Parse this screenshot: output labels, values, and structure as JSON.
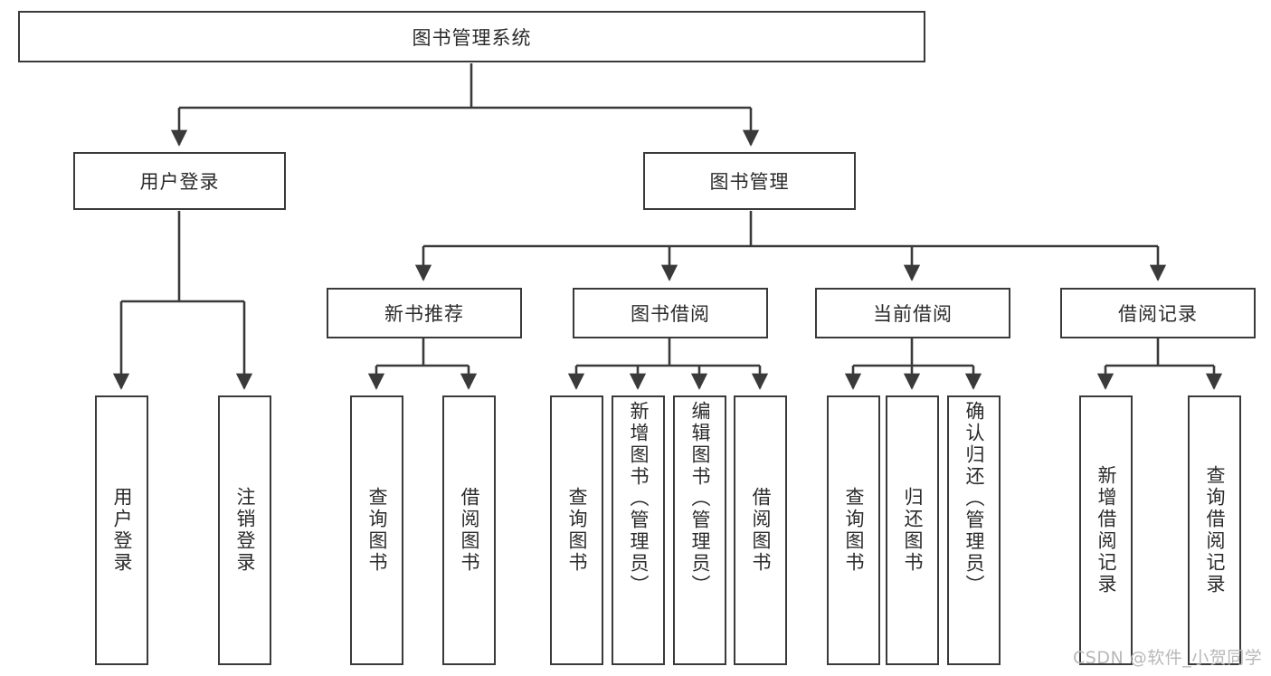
{
  "diagram": {
    "type": "tree",
    "title": "图书管理系统",
    "root": {
      "label": "图书管理系统"
    },
    "level2": [
      {
        "label": "用户登录"
      },
      {
        "label": "图书管理"
      }
    ],
    "level3": [
      {
        "label": "新书推荐"
      },
      {
        "label": "图书借阅"
      },
      {
        "label": "当前借阅"
      },
      {
        "label": "借阅记录"
      }
    ],
    "leaves_user_login": [
      {
        "label": "用户登录"
      },
      {
        "label": "注销登录"
      }
    ],
    "leaves_new_book": [
      {
        "label": "查询图书"
      },
      {
        "label": "借阅图书"
      }
    ],
    "leaves_borrow": [
      {
        "label": "查询图书"
      },
      {
        "label": "新增图书（管理员）"
      },
      {
        "label": "编辑图书（管理员）"
      },
      {
        "label": "借阅图书"
      }
    ],
    "leaves_current": [
      {
        "label": "查询图书"
      },
      {
        "label": "归还图书"
      },
      {
        "label": "确认归还（管理员）"
      }
    ],
    "leaves_records": [
      {
        "label": "新增借阅记录"
      },
      {
        "label": "查询借阅记录"
      }
    ]
  },
  "watermark": {
    "text": "CSDN @软件_小贺同学"
  },
  "colors": {
    "stroke": "#3a3a3a",
    "text": "#2b2b2b",
    "background": "#ffffff",
    "watermark": "#b8b8b8"
  }
}
